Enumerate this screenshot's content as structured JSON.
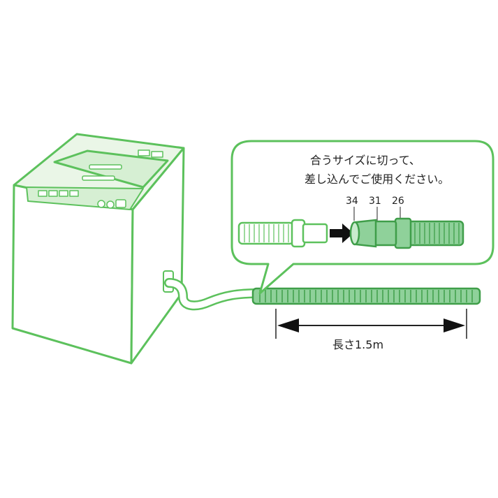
{
  "callout": {
    "line1": "合うサイズに切って、",
    "line2": "差し込んでご使用ください。"
  },
  "sizes": {
    "labels": [
      "34",
      "31",
      "26"
    ]
  },
  "length": {
    "label": "長さ1.5m"
  },
  "colors": {
    "outline": "#5cc15c",
    "fill_light": "#eaf6e7",
    "hose_green": "#8fd19a",
    "hose_dark": "#3f9e49",
    "arrow": "#111111"
  }
}
